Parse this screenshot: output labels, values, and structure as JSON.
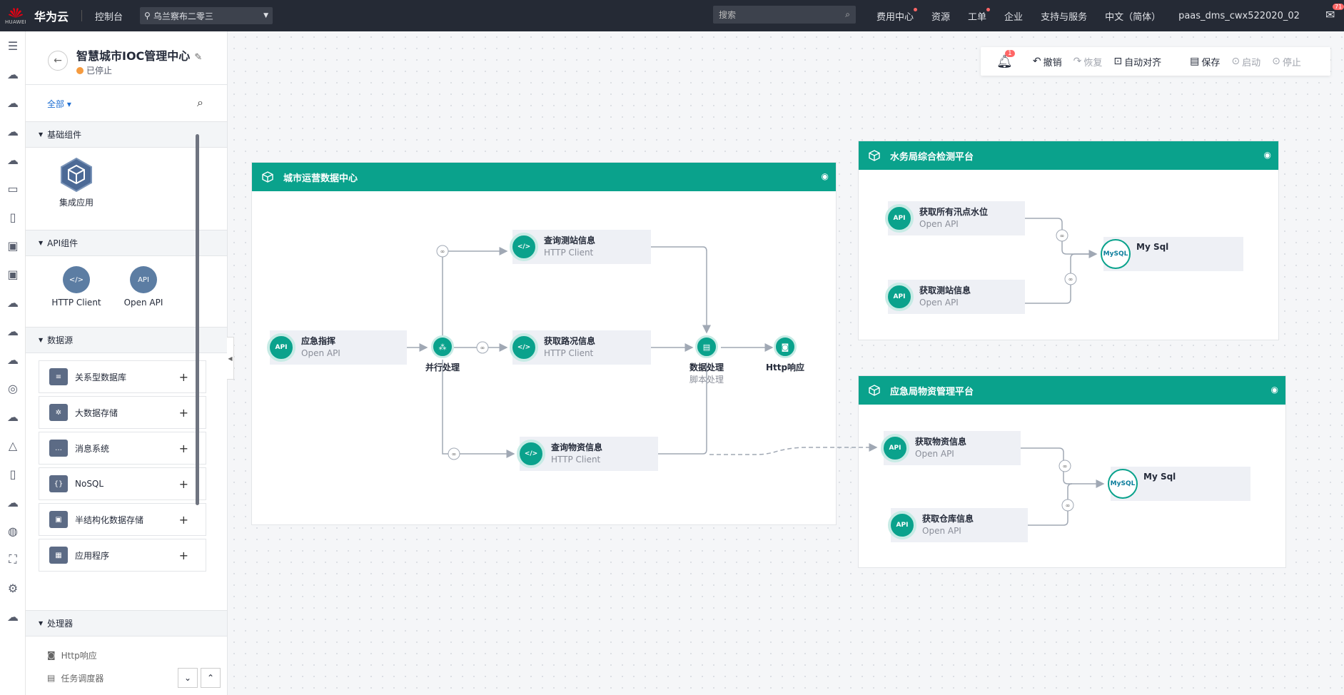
{
  "topbar": {
    "brand": "华为云",
    "logo_caption": "HUAWEI",
    "console": "控制台",
    "region": "乌兰察布二零三",
    "search_placeholder": "搜索",
    "nav": [
      "费用中心",
      "资源",
      "工单",
      "企业",
      "支持与服务",
      "中文（简体）",
      "paas_dms_cwx522020_02"
    ],
    "mail_badge": "71"
  },
  "panel": {
    "title": "智慧城市IOC管理中心",
    "status": "已停止",
    "filter": "全部",
    "basic_section": "基础组件",
    "basic_items": [
      "集成应用"
    ],
    "api_section": "API组件",
    "api_items": [
      "HTTP Client",
      "Open API"
    ],
    "datasource_section": "数据源",
    "datasource_items": [
      "关系型数据库",
      "大数据存储",
      "消息系统",
      "NoSQL",
      "半结构化数据存储",
      "应用程序"
    ],
    "processor_section": "处理器",
    "processor_items": [
      "Http响应",
      "任务调度器"
    ]
  },
  "toolbar": {
    "bell_badge": "1",
    "undo": "撤销",
    "redo": "恢复",
    "align": "自动对齐",
    "save": "保存",
    "start": "启动",
    "stop": "停止"
  },
  "groups": {
    "city": {
      "title": "城市运营数据中心",
      "n1": {
        "t": "应急指挥",
        "s": "Open API"
      },
      "n2": {
        "t": "查询测站信息",
        "s": "HTTP Client"
      },
      "n3": {
        "t": "获取路况信息",
        "s": "HTTP Client"
      },
      "n4": {
        "t": "查询物资信息",
        "s": "HTTP Client"
      },
      "parallel": "并行处理",
      "dataproc": {
        "t": "数据处理",
        "s": "脚本处理"
      },
      "http": "Http响应"
    },
    "water": {
      "title": "水务局综合检测平台",
      "n1": {
        "t": "获取所有汛点水位",
        "s": "Open API"
      },
      "n2": {
        "t": "获取测站信息",
        "s": "Open API"
      },
      "db": "My Sql"
    },
    "emergency": {
      "title": "应急局物资管理平台",
      "n1": {
        "t": "获取物资信息",
        "s": "Open API"
      },
      "n2": {
        "t": "获取仓库信息",
        "s": "Open API"
      },
      "db": "My Sql"
    }
  },
  "colors": {
    "teal": "#0aa28c",
    "topbar": "#252a35",
    "link": "#1e6ed2"
  },
  "icons": {
    "api": "API",
    "mysql": "MySQL",
    "http": "</>"
  }
}
